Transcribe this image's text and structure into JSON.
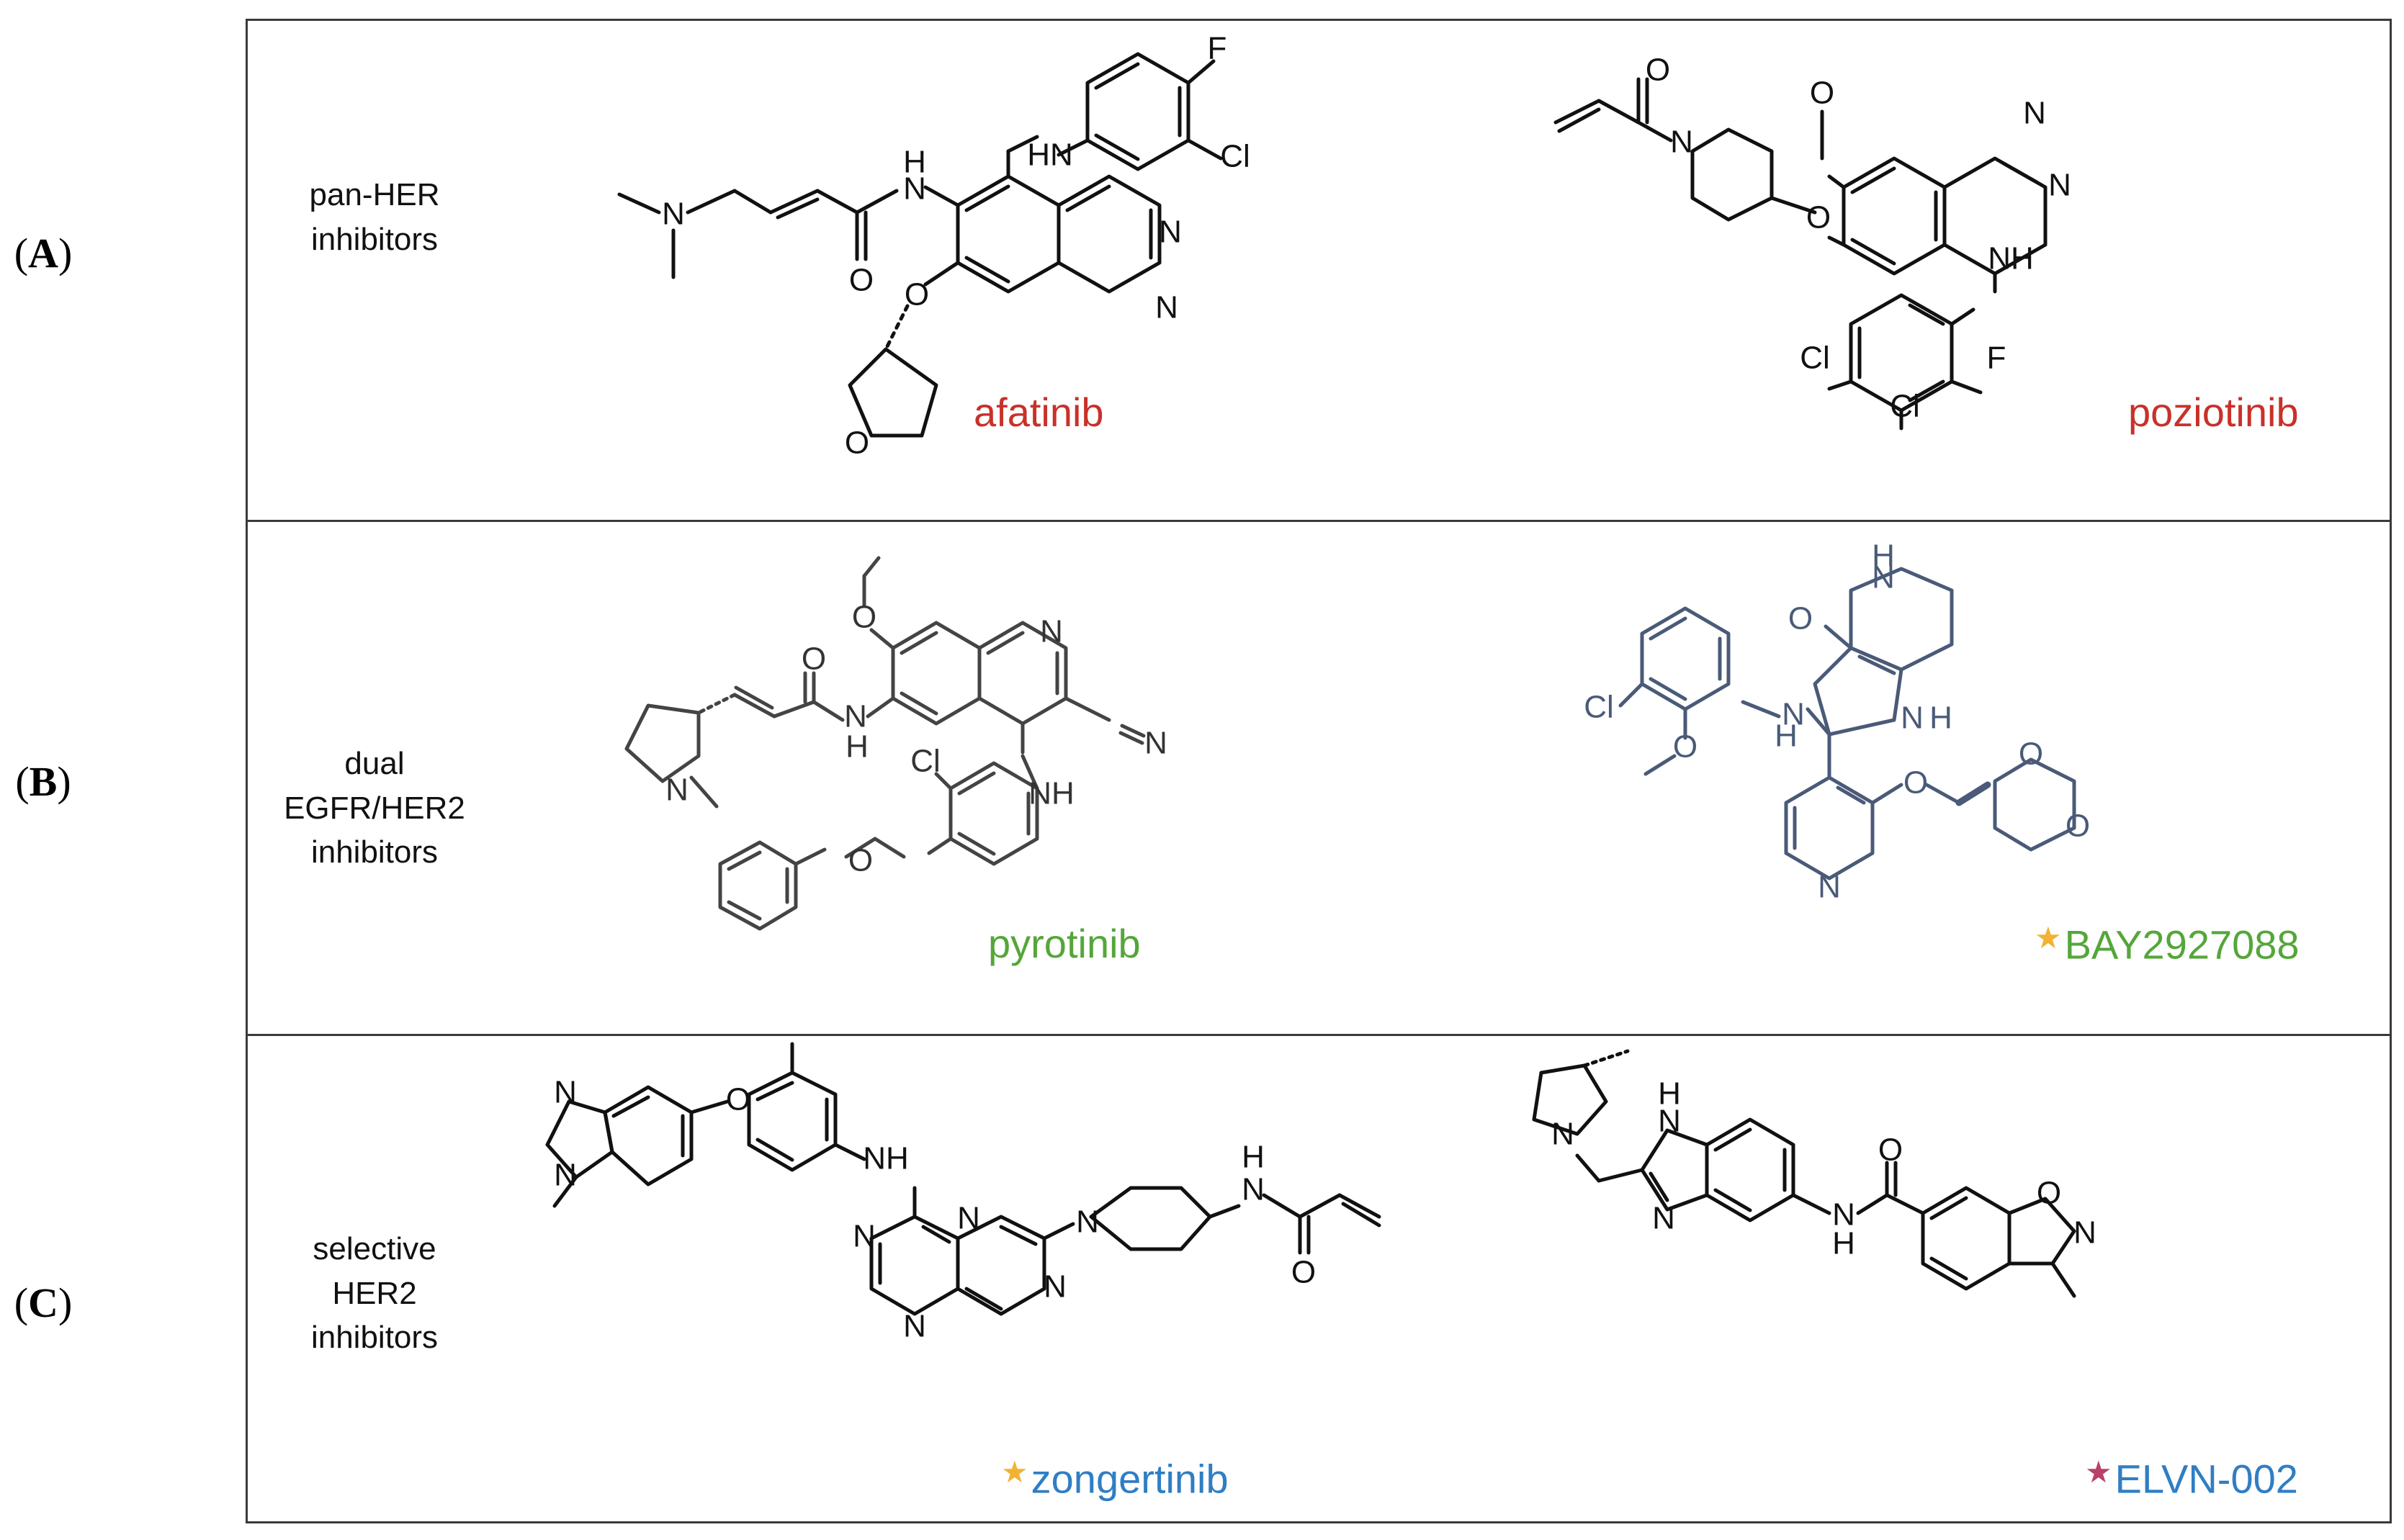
{
  "rows": [
    {
      "label_letter": "A",
      "category": [
        "pan-HER",
        "inhibitors"
      ],
      "drugs": [
        {
          "name": "afatinib",
          "color": "#c8312a",
          "starred": false
        },
        {
          "name": "poziotinib",
          "color": "#c8312a",
          "starred": false
        }
      ]
    },
    {
      "label_letter": "B",
      "category": [
        "dual",
        "EGFR/HER2",
        "inhibitors"
      ],
      "drugs": [
        {
          "name": "pyrotinib",
          "color": "#55a63a",
          "starred": false
        },
        {
          "name": "BAY2927088",
          "color": "#55a63a",
          "starred": true,
          "star_color": "#f2b233"
        }
      ]
    },
    {
      "label_letter": "C",
      "category": [
        "selective",
        "HER2",
        "inhibitors"
      ],
      "drugs": [
        {
          "name": "zongertinib",
          "color": "#2f7ec4",
          "starred": true,
          "star_color": "#f2b233"
        },
        {
          "name": "ELVN-002",
          "color": "#2f7ec4",
          "starred": true,
          "star_color": "#b8406a"
        }
      ]
    }
  ],
  "atom_labels": {
    "afatinib": [
      "F",
      "HN",
      "Cl",
      "N",
      "H",
      "N",
      "N",
      "O",
      "N",
      "O",
      "O"
    ],
    "poziotinib": [
      "O",
      "O",
      "N",
      "N",
      "N",
      "O",
      "NH",
      "Cl",
      "F",
      "Cl"
    ],
    "pyrotinib": [
      "O",
      "N",
      "O",
      "N",
      "H",
      "N",
      "N",
      "Cl",
      "NH",
      "N",
      "O"
    ],
    "bay2927088": [
      "H",
      "N",
      "O",
      "Cl",
      "N",
      "H",
      "N",
      "H",
      "O",
      "O",
      "O",
      "O",
      "N"
    ],
    "zongertinib": [
      "N",
      "N",
      "O",
      "NH",
      "N",
      "N",
      "N",
      "N",
      "N",
      "N",
      "H",
      "N",
      "O"
    ],
    "elvn002": [
      "N",
      "H",
      "N",
      "N",
      "O",
      "N",
      "H",
      "O",
      "N"
    ]
  }
}
